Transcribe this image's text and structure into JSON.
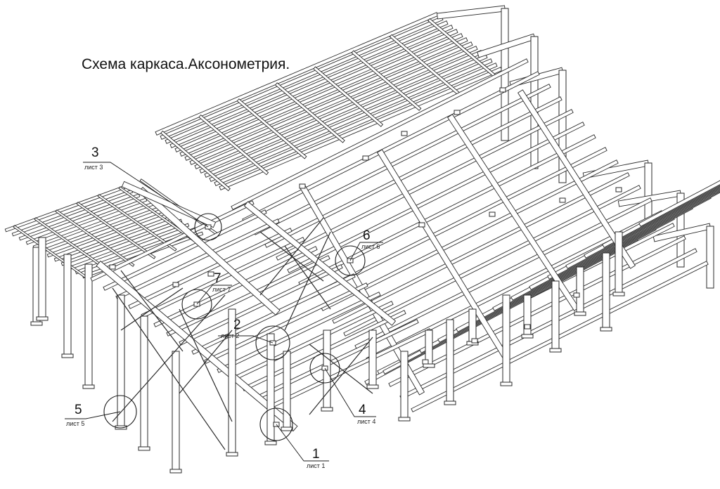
{
  "title": "Схема каркаса.Аксонометрия.",
  "callouts": [
    {
      "number": "1",
      "sheet": "лист 1"
    },
    {
      "number": "2",
      "sheet": "лист 2"
    },
    {
      "number": "3",
      "sheet": "лист 3"
    },
    {
      "number": "4",
      "sheet": "лист 4"
    },
    {
      "number": "5",
      "sheet": "лист 5"
    },
    {
      "number": "6",
      "sheet": "лист 6"
    },
    {
      "number": "7",
      "sheet": "лист 7"
    }
  ],
  "colors": {
    "line": "#2a2a2a",
    "background": "#ffffff"
  }
}
